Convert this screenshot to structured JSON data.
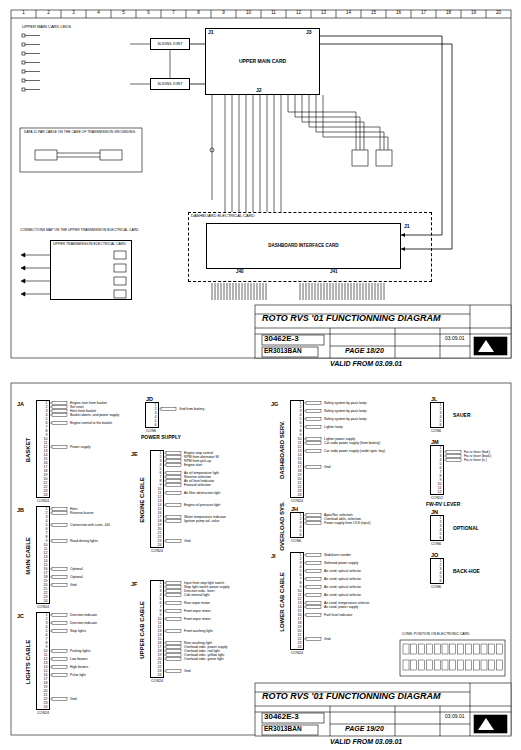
{
  "diagram": {
    "title": "ROTO RVS '01 FUNCTIONNING DIAGRAM",
    "nodes": [
      {
        "text": [
          "UPPER MAIN CARD"
        ]
      },
      {
        "text": [
          "SLIDING JOINT"
        ]
      },
      {
        "text": [
          "SLIDING JOINT"
        ]
      },
      {
        "text": [
          "DASHBOARD ELECTRICAL CARD"
        ]
      },
      {
        "text": [
          "DASHBOARD INTERFACE CARD"
        ],
        "in": 3
      },
      {
        "text": [
          "UPPER TRANSMISSION ELECTRICAL CARD"
        ]
      },
      {
        "text": [
          "JA",
          "BASKET",
          "CON24",
          "1",
          "2",
          "3",
          "4",
          "5",
          "6",
          "7",
          "8",
          "9",
          "10",
          "11",
          "12",
          "13",
          "14",
          "15",
          "16",
          "17",
          "18",
          "19",
          "20",
          "21",
          "22",
          "23",
          "24"
        ]
      },
      {
        "text": [
          "JB",
          "MAIN CABLE",
          "CON24",
          "1",
          "2",
          "3",
          "4",
          "5",
          "6",
          "7",
          "8",
          "9",
          "10",
          "11",
          "12",
          "13",
          "14",
          "15",
          "16",
          "17",
          "18",
          "19",
          "20",
          "21",
          "22",
          "23",
          "24"
        ]
      },
      {
        "text": [
          "JC",
          "LIGHTS CABLE",
          "CON24",
          "1",
          "2",
          "3",
          "4",
          "5",
          "6",
          "7",
          "8",
          "9",
          "10",
          "11",
          "12",
          "13",
          "14",
          "15",
          "16",
          "17",
          "18",
          "19",
          "20",
          "21",
          "22",
          "23",
          "24"
        ]
      },
      {
        "text": [
          "JD",
          "POWER SUPPLY",
          "CON6",
          "1",
          "2",
          "3",
          "4",
          "5",
          "6"
        ]
      },
      {
        "text": [
          "JE",
          "ENGINE CABLE",
          "CON24",
          "1",
          "2",
          "3",
          "4",
          "5",
          "6",
          "7",
          "8",
          "9",
          "10",
          "11",
          "12",
          "13",
          "14",
          "15",
          "16",
          "17",
          "18",
          "19",
          "20",
          "21",
          "22",
          "23",
          "24"
        ]
      },
      {
        "text": [
          "JF",
          "UPPER CAB CABLE",
          "CON24",
          "1",
          "2",
          "3",
          "4",
          "5",
          "6",
          "7",
          "8",
          "9",
          "10",
          "11",
          "12",
          "13",
          "14",
          "15",
          "16",
          "17",
          "18",
          "19",
          "20",
          "21",
          "22",
          "23",
          "24"
        ]
      },
      {
        "text": [
          "JG",
          "DASHBOARD SERV.",
          "CON24",
          "1",
          "2",
          "3",
          "4",
          "5",
          "6",
          "7",
          "8",
          "9",
          "10",
          "11",
          "12",
          "13",
          "14",
          "15",
          "16",
          "17",
          "18",
          "19",
          "20",
          "21",
          "22",
          "23",
          "24"
        ]
      },
      {
        "text": [
          "JH",
          "OVERLOAD SYS.",
          "CON6",
          "1",
          "2",
          "3",
          "4",
          "5",
          "6"
        ]
      },
      {
        "text": [
          "JI",
          "LOWER CAB CABLE",
          "CON24",
          "1",
          "2",
          "3",
          "4",
          "5",
          "6",
          "7",
          "8",
          "9",
          "10",
          "11",
          "12",
          "13",
          "14",
          "15",
          "16",
          "17",
          "18",
          "19",
          "20",
          "21",
          "22",
          "23",
          "24"
        ]
      },
      {
        "text": [
          "JL",
          "SAUER",
          "CON6",
          "1",
          "2",
          "3",
          "4",
          "5",
          "6"
        ]
      },
      {
        "text": [
          "JM",
          "FW-RV LEVER",
          "CON12",
          "1",
          "2",
          "3",
          "4",
          "5",
          "6",
          "7",
          "8",
          "9",
          "10",
          "11",
          "12"
        ]
      },
      {
        "text": [
          "JN",
          "OPTIONAL",
          "CON6",
          "1",
          "2",
          "3",
          "4",
          "5",
          "6"
        ]
      },
      {
        "text": [
          "JO",
          "BACK-HOE",
          "CON6",
          "1",
          "2",
          "3",
          "4",
          "5",
          "6"
        ]
      }
    ],
    "edges": [
      {
        "from": 0,
        "to": 1,
        "arrow": "none"
      },
      {
        "from": 0,
        "to": 2,
        "arrow": "none"
      },
      {
        "from": 0,
        "to": 4,
        "arrow": "to"
      },
      {
        "from": 0,
        "to": 4,
        "arrow": "to"
      }
    ],
    "labels": [
      "1",
      "2",
      "3",
      "4",
      "5",
      "6",
      "7",
      "8",
      "9",
      "10",
      "11",
      "12",
      "13",
      "14",
      "15",
      "16",
      "17",
      "18",
      "19",
      "20",
      "UPPER MAIN CARD LEDS",
      "DATA J1-PAR CABLE ON THE CASE OF TRANSMISSION GROUNDING",
      "CONNECTIONS MAP ON THE UPPER TRANSMISSION ELECTRICAL CARD",
      "J1",
      "J3",
      "J2",
      "J1",
      "J40",
      "J41",
      "ROTO RVS '01 FUNCTIONNING DIAGRAM",
      "30462E-3",
      "ER3013BAN",
      "PAGE 18/20",
      "03.09.01",
      "VALID FROM 03.09.01",
      "30462E-3",
      "ER3013BAN",
      "PAGE 19/20",
      "03.09.01",
      "VALID FROM 03.09.01",
      "CONN. POSITION ON ELECTRONIC CARD",
      "Engine start from basket",
      "Set reset",
      "Horn from basket",
      "Basket aborts. and power supply",
      "Engine control to the basket",
      "Power supply",
      "Horn",
      "Reverse buzzer",
      "Connection with conn. J40",
      "Road driving lights",
      "Optional",
      "Optional",
      "Gnd",
      "Direction indicator",
      "Direction indicator",
      "Stop lights",
      "Parking lights",
      "Low beams",
      "High beams",
      "Pulse light",
      "Gnd",
      "Gnd from battery",
      "Engine stop control",
      "RPM from alternator W",
      "RPM from pick-up",
      "Engine start",
      "Air oil temperature light",
      "Reverse selection",
      "Air oil level indicator",
      "Forward selection",
      "Air filter obstruction light",
      "Engine oil pressure light",
      "Water temperature indicator",
      "Ignition pump sol. valve",
      "Gnd",
      "Input from stop light switch",
      "Stop light switch power supply",
      "Direction indic. lever",
      "Cab internal light",
      "Rear wiper motor",
      "Front wiper motor",
      "Front wiper motor",
      "Front washing light",
      "Rear washing light",
      "Overload indic. power supply",
      "Overload indic. red light",
      "Overload indic. yellow light",
      "Overload indic. green light",
      "Gnd",
      "Safety system by-pass lamp",
      "Safety system by-pass lamp",
      "Safety system by-pass lamp",
      "Lighter lamp",
      "Lighter power supply",
      "Car radio power supply (from battery)",
      "Car radio power supply (under ignit. key)",
      "Gnd",
      "Ayes/Sec selection",
      "Overload abils. selection",
      "Power supply from OLS (input)",
      "Stabilizers sender",
      "Solenoid power supply",
      "Air cond. optical selector",
      "Air cond. optical selector",
      "Air cond. optical selector",
      "Air cond. optical selector",
      "Air cond. temperature selector",
      "Air cond. power supply",
      "Fuel level indicator",
      "Gnd",
      "Fw-rv lever (fwd.)",
      "Fw-rv lever (bwd.)",
      "Fw-rv lever (n.)"
    ]
  }
}
